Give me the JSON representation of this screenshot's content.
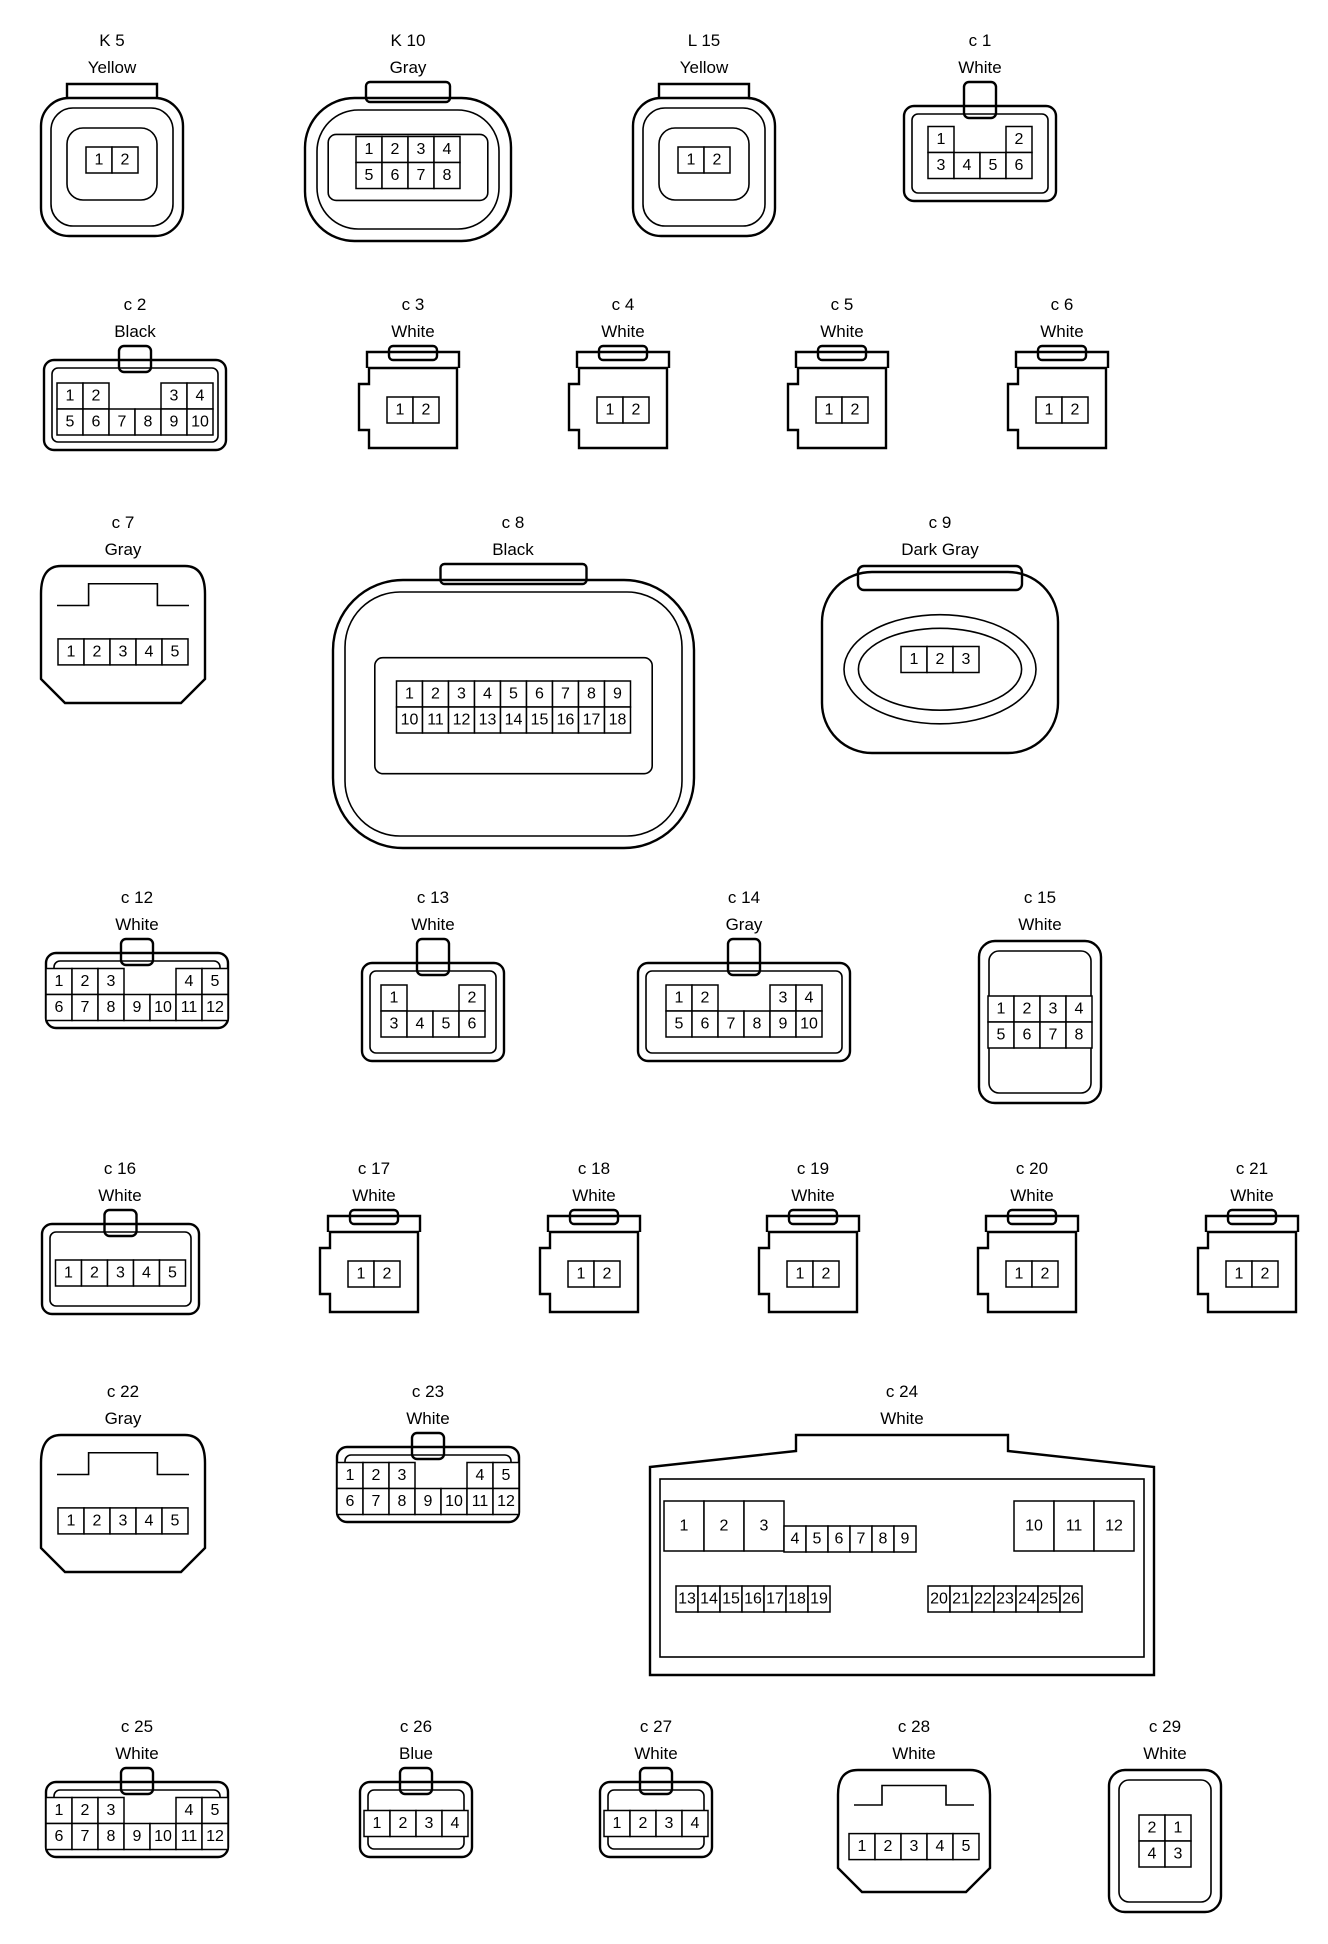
{
  "connectors": [
    {
      "key": "K5",
      "id": "K 5",
      "color": "Yellow",
      "rows": [
        [
          "1",
          "2"
        ]
      ]
    },
    {
      "key": "K10",
      "id": "K 10",
      "color": "Gray",
      "rows": [
        [
          "1",
          "2",
          "3",
          "4"
        ],
        [
          "5",
          "6",
          "7",
          "8"
        ]
      ]
    },
    {
      "key": "L15",
      "id": "L 15",
      "color": "Yellow",
      "rows": [
        [
          "1",
          "2"
        ]
      ]
    },
    {
      "key": "c1",
      "id": "c 1",
      "color": "White",
      "rows": [
        [
          "1",
          "",
          "",
          "2"
        ],
        [
          "3",
          "4",
          "5",
          "6"
        ]
      ]
    },
    {
      "key": "c2",
      "id": "c 2",
      "color": "Black",
      "rows": [
        [
          "1",
          "2",
          "",
          "",
          "3",
          "4"
        ],
        [
          "5",
          "6",
          "7",
          "8",
          "9",
          "10"
        ]
      ]
    },
    {
      "key": "c3",
      "id": "c 3",
      "color": "White",
      "rows": [
        [
          "1",
          "2"
        ]
      ]
    },
    {
      "key": "c4",
      "id": "c 4",
      "color": "White",
      "rows": [
        [
          "1",
          "2"
        ]
      ]
    },
    {
      "key": "c5",
      "id": "c 5",
      "color": "White",
      "rows": [
        [
          "1",
          "2"
        ]
      ]
    },
    {
      "key": "c6",
      "id": "c 6",
      "color": "White",
      "rows": [
        [
          "1",
          "2"
        ]
      ]
    },
    {
      "key": "c7",
      "id": "c 7",
      "color": "Gray",
      "rows": [
        [
          "1",
          "2",
          "3",
          "4",
          "5"
        ]
      ]
    },
    {
      "key": "c8",
      "id": "c 8",
      "color": "Black",
      "rows": [
        [
          "1",
          "2",
          "3",
          "4",
          "5",
          "6",
          "7",
          "8",
          "9"
        ],
        [
          "10",
          "11",
          "12",
          "13",
          "14",
          "15",
          "16",
          "17",
          "18"
        ]
      ]
    },
    {
      "key": "c9",
      "id": "c 9",
      "color": "Dark Gray",
      "rows": [
        [
          "1",
          "2",
          "3"
        ]
      ]
    },
    {
      "key": "c12",
      "id": "c 12",
      "color": "White",
      "rows": [
        [
          "1",
          "2",
          "3",
          "",
          "",
          "4",
          "5"
        ],
        [
          "6",
          "7",
          "8",
          "9",
          "10",
          "11",
          "12"
        ]
      ]
    },
    {
      "key": "c13",
      "id": "c 13",
      "color": "White",
      "rows": [
        [
          "1",
          "",
          "",
          "2"
        ],
        [
          "3",
          "4",
          "5",
          "6"
        ]
      ]
    },
    {
      "key": "c14",
      "id": "c 14",
      "color": "Gray",
      "rows": [
        [
          "1",
          "2",
          "",
          "",
          "3",
          "4"
        ],
        [
          "5",
          "6",
          "7",
          "8",
          "9",
          "10"
        ]
      ]
    },
    {
      "key": "c15",
      "id": "c 15",
      "color": "White",
      "rows": [
        [
          "1",
          "2",
          "3",
          "4"
        ],
        [
          "5",
          "6",
          "7",
          "8"
        ]
      ]
    },
    {
      "key": "c16",
      "id": "c 16",
      "color": "White",
      "rows": [
        [
          "1",
          "2",
          "3",
          "4",
          "5"
        ]
      ]
    },
    {
      "key": "c17",
      "id": "c 17",
      "color": "White",
      "rows": [
        [
          "1",
          "2"
        ]
      ]
    },
    {
      "key": "c18",
      "id": "c 18",
      "color": "White",
      "rows": [
        [
          "1",
          "2"
        ]
      ]
    },
    {
      "key": "c19",
      "id": "c 19",
      "color": "White",
      "rows": [
        [
          "1",
          "2"
        ]
      ]
    },
    {
      "key": "c20",
      "id": "c 20",
      "color": "White",
      "rows": [
        [
          "1",
          "2"
        ]
      ]
    },
    {
      "key": "c21",
      "id": "c 21",
      "color": "White",
      "rows": [
        [
          "1",
          "2"
        ]
      ]
    },
    {
      "key": "c22",
      "id": "c 22",
      "color": "Gray",
      "rows": [
        [
          "1",
          "2",
          "3",
          "4",
          "5"
        ]
      ]
    },
    {
      "key": "c23",
      "id": "c 23",
      "color": "White",
      "rows": [
        [
          "1",
          "2",
          "3",
          "",
          "",
          "4",
          "5"
        ],
        [
          "6",
          "7",
          "8",
          "9",
          "10",
          "11",
          "12"
        ]
      ]
    },
    {
      "key": "c24",
      "id": "c 24",
      "color": "White",
      "rows": [
        [
          "1",
          "2",
          "3"
        ],
        [
          "4",
          "5",
          "6",
          "7",
          "8",
          "9"
        ],
        [
          "10",
          "11",
          "12"
        ],
        [
          "13",
          "14",
          "15",
          "16",
          "17",
          "18",
          "19"
        ],
        [
          "20",
          "21",
          "22",
          "23",
          "24",
          "25",
          "26"
        ]
      ]
    },
    {
      "key": "c25",
      "id": "c 25",
      "color": "White",
      "rows": [
        [
          "1",
          "2",
          "3",
          "",
          "",
          "4",
          "5"
        ],
        [
          "6",
          "7",
          "8",
          "9",
          "10",
          "11",
          "12"
        ]
      ]
    },
    {
      "key": "c26",
      "id": "c 26",
      "color": "Blue",
      "rows": [
        [
          "1",
          "2",
          "3",
          "4"
        ]
      ]
    },
    {
      "key": "c27",
      "id": "c 27",
      "color": "White",
      "rows": [
        [
          "1",
          "2",
          "3",
          "4"
        ]
      ]
    },
    {
      "key": "c28",
      "id": "c 28",
      "color": "White",
      "rows": [
        [
          "1",
          "2",
          "3",
          "4",
          "5"
        ]
      ]
    },
    {
      "key": "c29",
      "id": "c 29",
      "color": "White",
      "rows": [
        [
          "2",
          "1"
        ],
        [
          "4",
          "3"
        ]
      ]
    }
  ]
}
